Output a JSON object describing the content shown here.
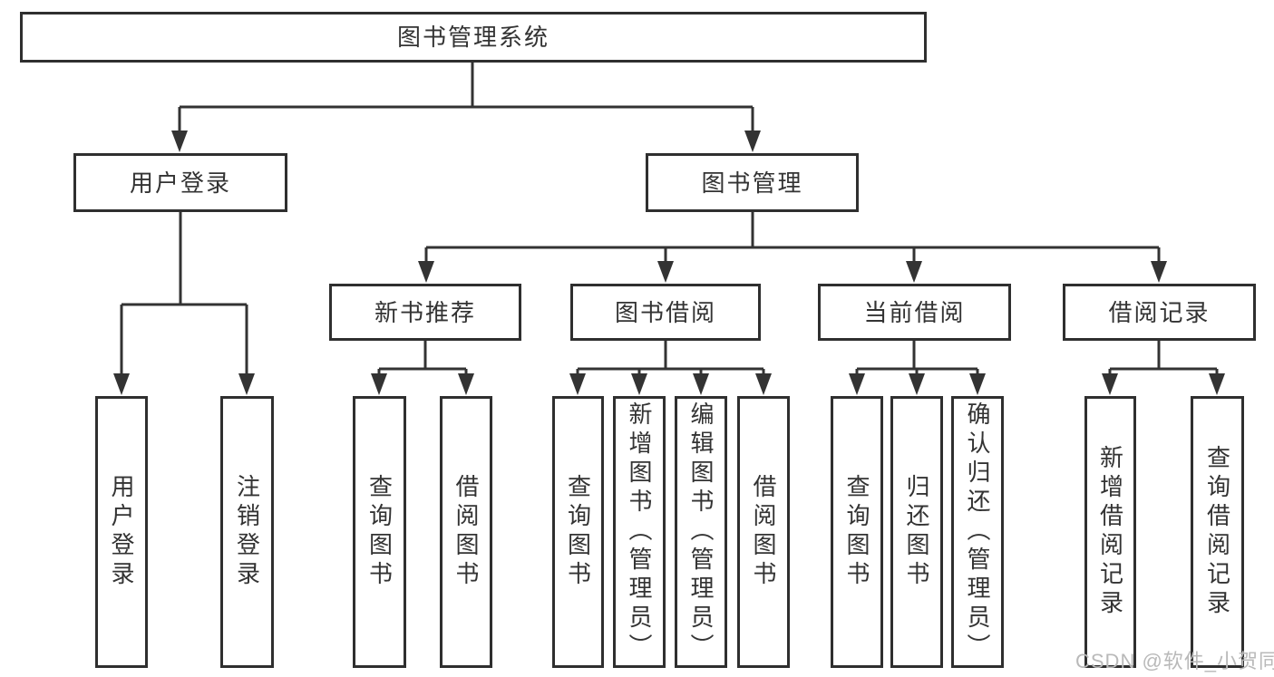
{
  "page": {
    "background_color": "#ffffff",
    "watermark": {
      "text": "CSDN @软件_小贺同学",
      "color": "#b9b9b9"
    }
  },
  "style": {
    "line_color": "#333333",
    "box_border_color": "#2f2f2f",
    "text_color": "#333333"
  },
  "nodes": {
    "root": {
      "label": "图书管理系统"
    },
    "user_login": {
      "label": "用户登录"
    },
    "book_mgmt": {
      "label": "图书管理"
    },
    "new_book_rec": {
      "label": "新书推荐"
    },
    "book_borrow": {
      "label": "图书借阅"
    },
    "current_borrow": {
      "label": "当前借阅"
    },
    "borrow_records": {
      "label": "借阅记录"
    },
    "user_login_leaf": {
      "label": "用户登录"
    },
    "logout_leaf": {
      "label": "注销登录"
    },
    "rec_query": {
      "label": "查询图书"
    },
    "rec_borrow": {
      "label": "借阅图书"
    },
    "bb_query": {
      "label": "查询图书"
    },
    "bb_add": {
      "label": "新增图书（管理员）"
    },
    "bb_edit": {
      "label": "编辑图书（管理员）"
    },
    "bb_borrow": {
      "label": "借阅图书"
    },
    "cb_query": {
      "label": "查询图书"
    },
    "cb_return": {
      "label": "归还图书"
    },
    "cb_confirm": {
      "label": "确认归还（管理员）"
    },
    "br_add": {
      "label": "新增借阅记录"
    },
    "br_query": {
      "label": "查询借阅记录"
    }
  }
}
